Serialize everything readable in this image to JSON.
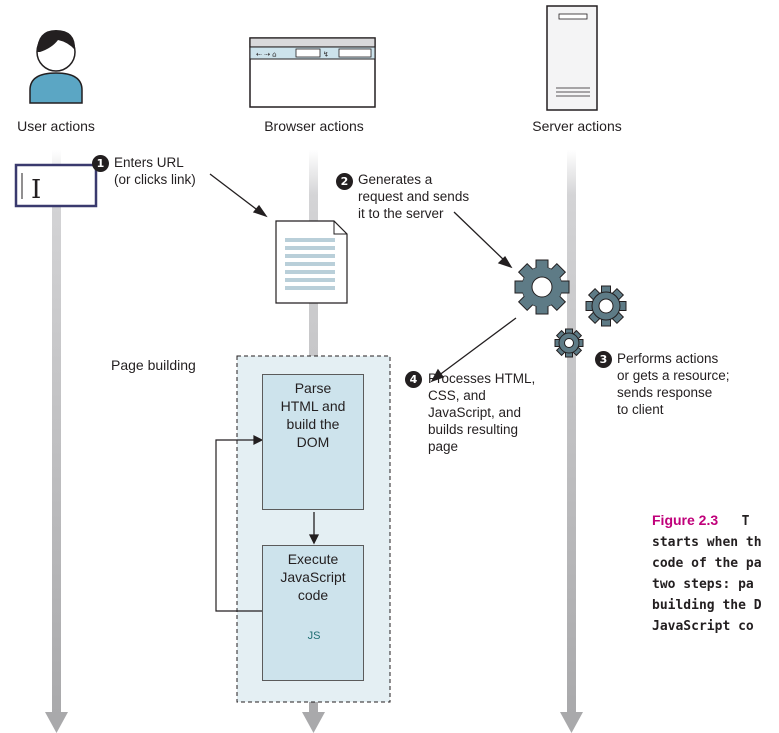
{
  "lanes": {
    "user": "User actions",
    "browser": "Browser actions",
    "server": "Server actions"
  },
  "steps": [
    {
      "num": "1",
      "lines": [
        "Enters URL",
        "(or clicks link)"
      ]
    },
    {
      "num": "2",
      "lines": [
        "Generates a",
        "request and sends",
        "it to the server"
      ]
    },
    {
      "num": "3",
      "lines": [
        "Performs actions",
        "or gets a resource;",
        "sends response",
        "to client"
      ]
    },
    {
      "num": "4",
      "lines": [
        "Processes HTML,",
        "CSS, and",
        "JavaScript, and",
        "builds resulting",
        "page"
      ]
    }
  ],
  "page_building": {
    "label": "Page building",
    "parse_box": [
      "Parse",
      "HTML and",
      "build the",
      "DOM"
    ],
    "execute_box": [
      "Execute",
      "JavaScript",
      "code"
    ],
    "js_badge": "JS"
  },
  "caption": {
    "figure": "Figure 2.3",
    "lines": [
      "T",
      "starts when th",
      "code of the pa",
      "two steps: pa",
      "building the D",
      "JavaScript co"
    ]
  },
  "colors": {
    "lane_line": "#c8c8ca",
    "box_fill": "#cde3ec",
    "region_fill": "#e4eff3",
    "avatar": "#5ba6c4",
    "gear": "#5e7b86",
    "icon_brown": "#a0522d",
    "caption_accent": "#c0007a"
  }
}
